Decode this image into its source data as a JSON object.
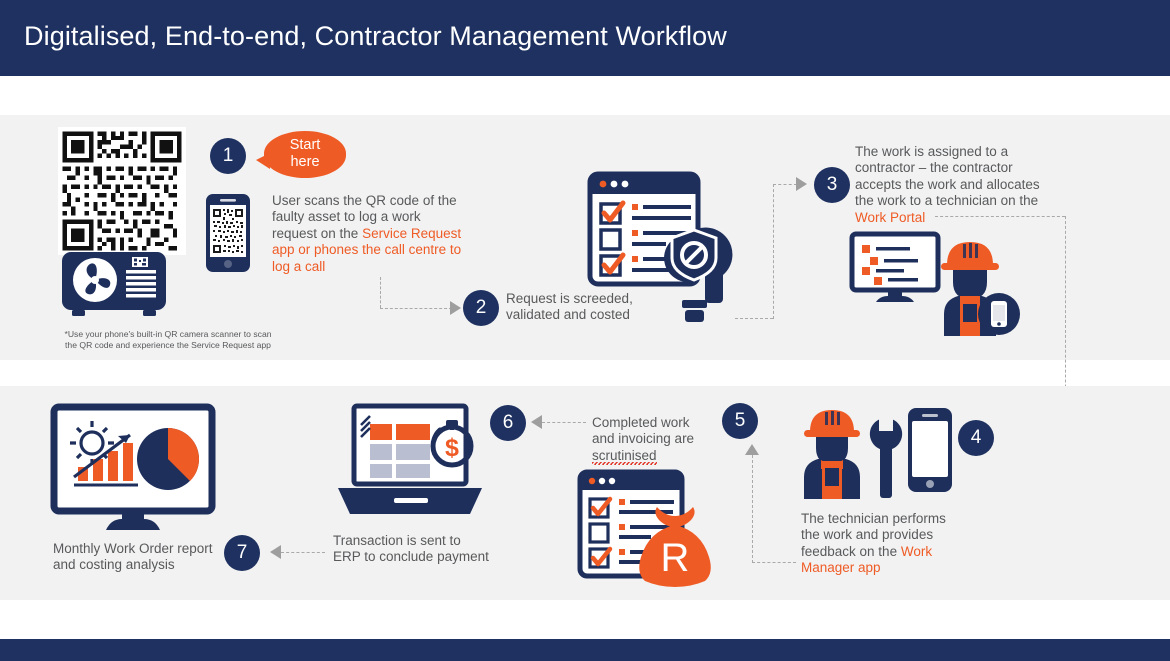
{
  "header": {
    "title": "Digitalised, End-to-end, Contractor Management Workflow"
  },
  "colors": {
    "navy": "#1e3160",
    "orange": "#ef5b25",
    "panel_grey": "#f2f2f2",
    "body_text": "#58595b",
    "arrow_grey": "#9e9e9e",
    "white": "#ffffff"
  },
  "callout": {
    "line1": "Start",
    "line2": "here"
  },
  "steps": [
    {
      "number": "1",
      "text_plain": "User scans the QR code of the faulty asset to log a work request on the Service Request app or phones the call centre to log a call",
      "line1": "User scans the QR code of the",
      "line2": "faulty asset to log a work",
      "line3_pre": "request on the ",
      "line3_hl": "Service Request",
      "line4_hl": "app or phones the call centre to",
      "line5_hl": "log a call"
    },
    {
      "number": "2",
      "text_plain": "Request is screeded, validated and costed",
      "line1": "Request is screeded,",
      "line2": "validated and costed"
    },
    {
      "number": "3",
      "text_plain": "The work is assigned to a contractor – the contractor accepts the work and allocates the work to a technician on the Work Portal",
      "line1": "The work is assigned to a",
      "line2": "contractor – the contractor",
      "line3": "accepts the work and allocates",
      "line4": "the work to a technician on the",
      "line5_hl": "Work Portal"
    },
    {
      "number": "4",
      "text_plain": "The technician performs the work and provides feedback on the Work Manager app",
      "line1": "The technician performs",
      "line2": "the work and provides",
      "line3_pre": "feedback on the ",
      "line3_hl": "Work",
      "line4_hl": "Manager app"
    },
    {
      "number": "5",
      "text_plain": ""
    },
    {
      "number": "6",
      "text_plain": "Completed work and invoicing are scrutinised",
      "line1": "Completed work",
      "line2": "and invoicing are",
      "line3_misspelled": "scrutinised"
    },
    {
      "number": "7",
      "text_plain": "Monthly Work Order report and costing analysis",
      "line1": "Monthly Work Order report",
      "line2": "and costing analysis"
    }
  ],
  "transaction_note": {
    "line1": "Transaction is sent to",
    "line2": "ERP to conclude payment"
  },
  "footnote": {
    "line1": "*Use your phone's built-in QR camera scanner to scan",
    "line2": "the QR code and experience the Service Request app"
  },
  "icons": {
    "qr_code": "qr-code-icon",
    "hvac_asset": "hvac-asset-icon",
    "smartphone_qr": "smartphone-qr-icon",
    "checklist_window": "checklist-browser-window-icon",
    "wrench_shield": "wrench-shield-badge-icon",
    "desktop_worklist": "desktop-worklist-monitor-icon",
    "technician_phone": "technician-with-phone-icon",
    "technician": "technician-icon",
    "wrench": "wrench-icon",
    "smartphone": "smartphone-icon",
    "invoice_window": "invoice-checklist-window-icon",
    "money_bag": "money-bag-rand-icon",
    "laptop_payment": "laptop-payment-stopwatch-icon",
    "analytics_monitor": "analytics-dashboard-monitor-icon"
  },
  "money_bag_symbol": "R"
}
